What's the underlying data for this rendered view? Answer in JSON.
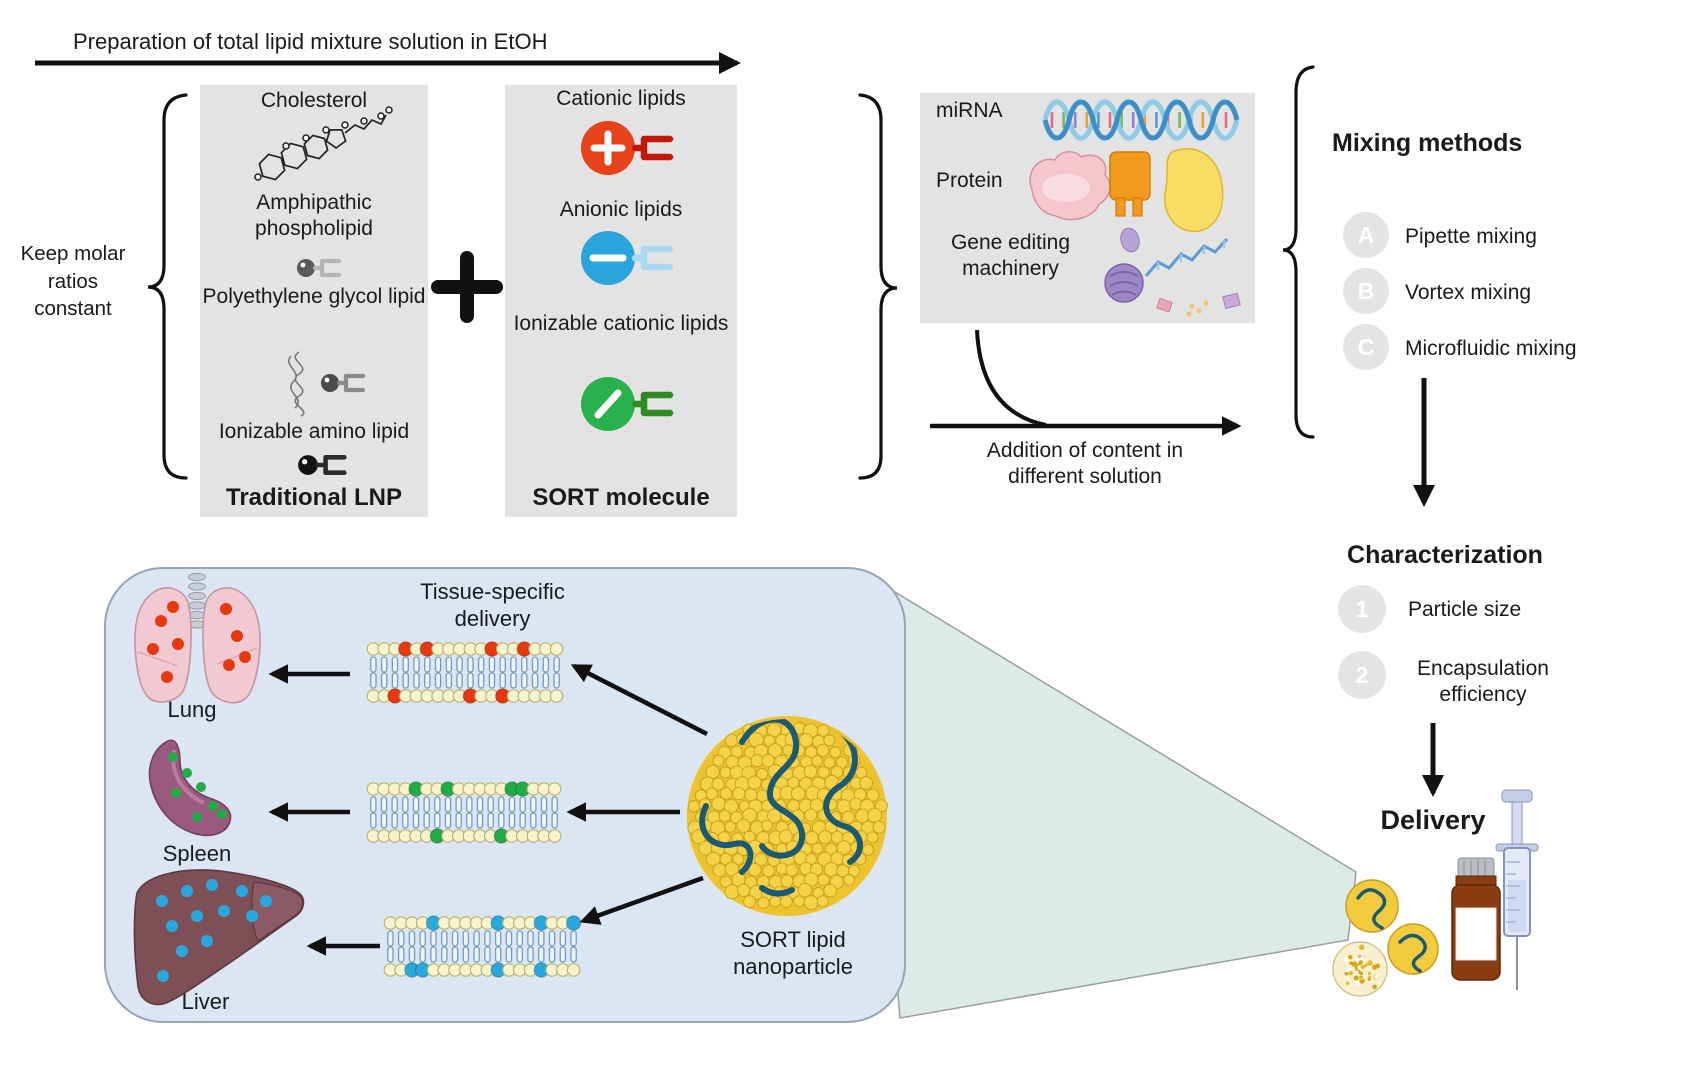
{
  "flow": {
    "prep_label": "Preparation of total lipid mixture solution in EtOH",
    "keep_molar_label": "Keep molar ratios constant",
    "addition_label": "Addition of content in different solution"
  },
  "traditional_lnp": {
    "title": "Traditional LNP",
    "components": [
      "Cholesterol",
      "Amphipathic phospholipid",
      "Polyethylene glycol lipid",
      "Ionizable amino lipid"
    ]
  },
  "sort_molecule": {
    "title": "SORT molecule",
    "plus_sign": "+",
    "components": [
      {
        "label": "Cationic lipids",
        "charge_symbol": "+",
        "color": "#e8421c",
        "tail_color": "#c21807"
      },
      {
        "label": "Anionic lipids",
        "charge_symbol": "−",
        "color": "#2ba6dd",
        "tail_color": "#a9d8f2"
      },
      {
        "label": "Ionizable cationic lipids",
        "charge_symbol": "/",
        "color": "#28b14c",
        "tail_color": "#2e8b22"
      }
    ]
  },
  "cargo": {
    "items": [
      "miRNA",
      "Protein",
      "Gene editing machinery"
    ]
  },
  "mixing": {
    "title": "Mixing methods",
    "methods": [
      {
        "badge": "A",
        "label": "Pipette mixing"
      },
      {
        "badge": "B",
        "label": "Vortex mixing"
      },
      {
        "badge": "C",
        "label": "Microfluidic mixing"
      }
    ]
  },
  "characterization": {
    "title": "Characterization",
    "metrics": [
      {
        "badge": "1",
        "label": "Particle size"
      },
      {
        "badge": "2",
        "label": "Encapsulation efficiency"
      }
    ]
  },
  "delivery": {
    "title": "Delivery"
  },
  "tissue_panel": {
    "title": "Tissue-specific delivery",
    "nanoparticle_label": "SORT lipid nanoparticle",
    "organs": [
      {
        "name": "Lung",
        "dot_color": "#e8380d"
      },
      {
        "name": "Spleen",
        "dot_color": "#22ac46"
      },
      {
        "name": "Liver",
        "dot_color": "#29a8dd"
      }
    ]
  },
  "colors": {
    "box_bg": "#e3e3e3",
    "panel_bg": "#dce6f2",
    "panel_border": "#97a4b6",
    "cone_bg": "#dcebe7",
    "nanoparticle_yellow": "#f5d348",
    "rna_teal": "#1c5a74",
    "bilayer_head": "#f8f3cf",
    "bilayer_tail": "#6f9cc6"
  }
}
